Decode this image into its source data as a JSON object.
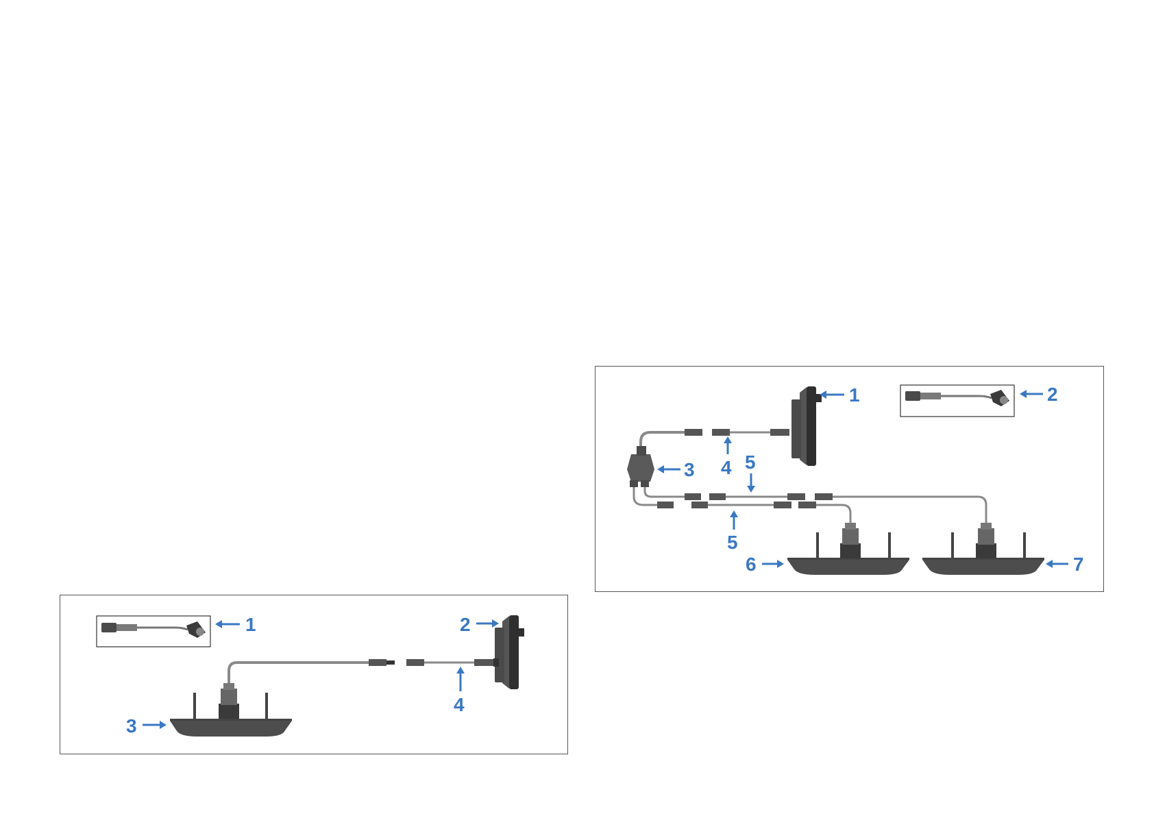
{
  "colors": {
    "callout": "#3a78c3",
    "device": "#3f3f3f",
    "cable": "#8a8a8a",
    "border": "#555555"
  },
  "diagram_single": {
    "callouts": [
      "1",
      "2",
      "3",
      "4"
    ],
    "items": [
      "adaptor-cable-icon",
      "display-unit-icon",
      "transducer-icon",
      "extension-cable-icon"
    ]
  },
  "diagram_dual": {
    "callouts": [
      "1",
      "2",
      "3",
      "4",
      "5",
      "5",
      "6",
      "7"
    ],
    "items": [
      "display-unit-icon",
      "adaptor-cable-icon",
      "y-cable-icon",
      "extension-cable-icon",
      "extension-cable-icon",
      "extension-cable-icon",
      "transducer-icon",
      "transducer-icon"
    ]
  }
}
